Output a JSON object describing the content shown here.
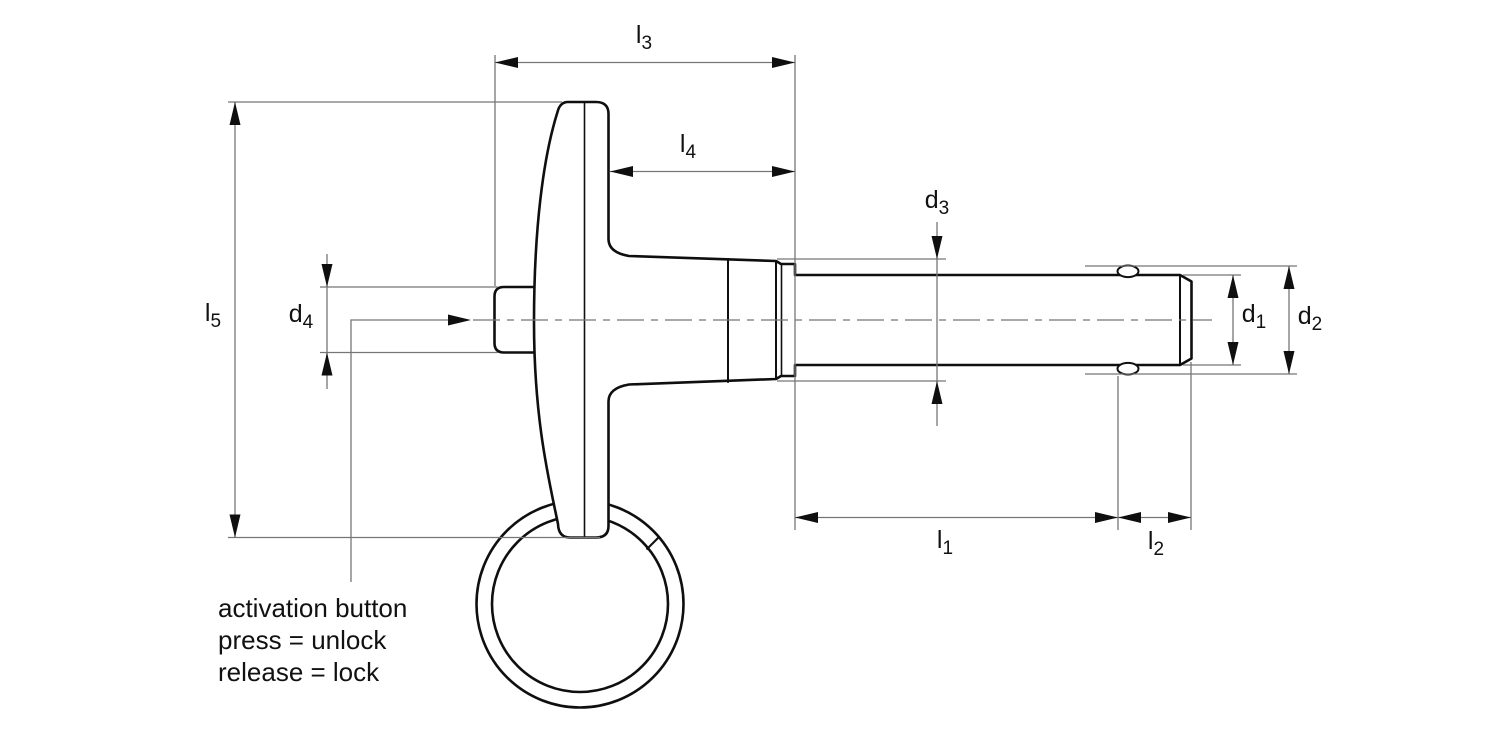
{
  "diagram": {
    "type": "technical-drawing",
    "subject": "quick-release ball lock pin with T-handle and ring",
    "note": {
      "lines": [
        "activation button",
        "press = unlock",
        "release = lock"
      ]
    },
    "dim_labels": {
      "l1": {
        "main": "l",
        "sub": "1"
      },
      "l2": {
        "main": "l",
        "sub": "2"
      },
      "l3": {
        "main": "l",
        "sub": "3"
      },
      "l4": {
        "main": "l",
        "sub": "4"
      },
      "l5": {
        "main": "l",
        "sub": "5"
      },
      "d1": {
        "main": "d",
        "sub": "1"
      },
      "d2": {
        "main": "d",
        "sub": "2"
      },
      "d3": {
        "main": "d",
        "sub": "3"
      },
      "d4": {
        "main": "d",
        "sub": "4"
      }
    },
    "colors": {
      "background": "#ffffff",
      "outline": "#0f0f0f",
      "dimension_lines": "#767676",
      "text": "#111111"
    }
  }
}
